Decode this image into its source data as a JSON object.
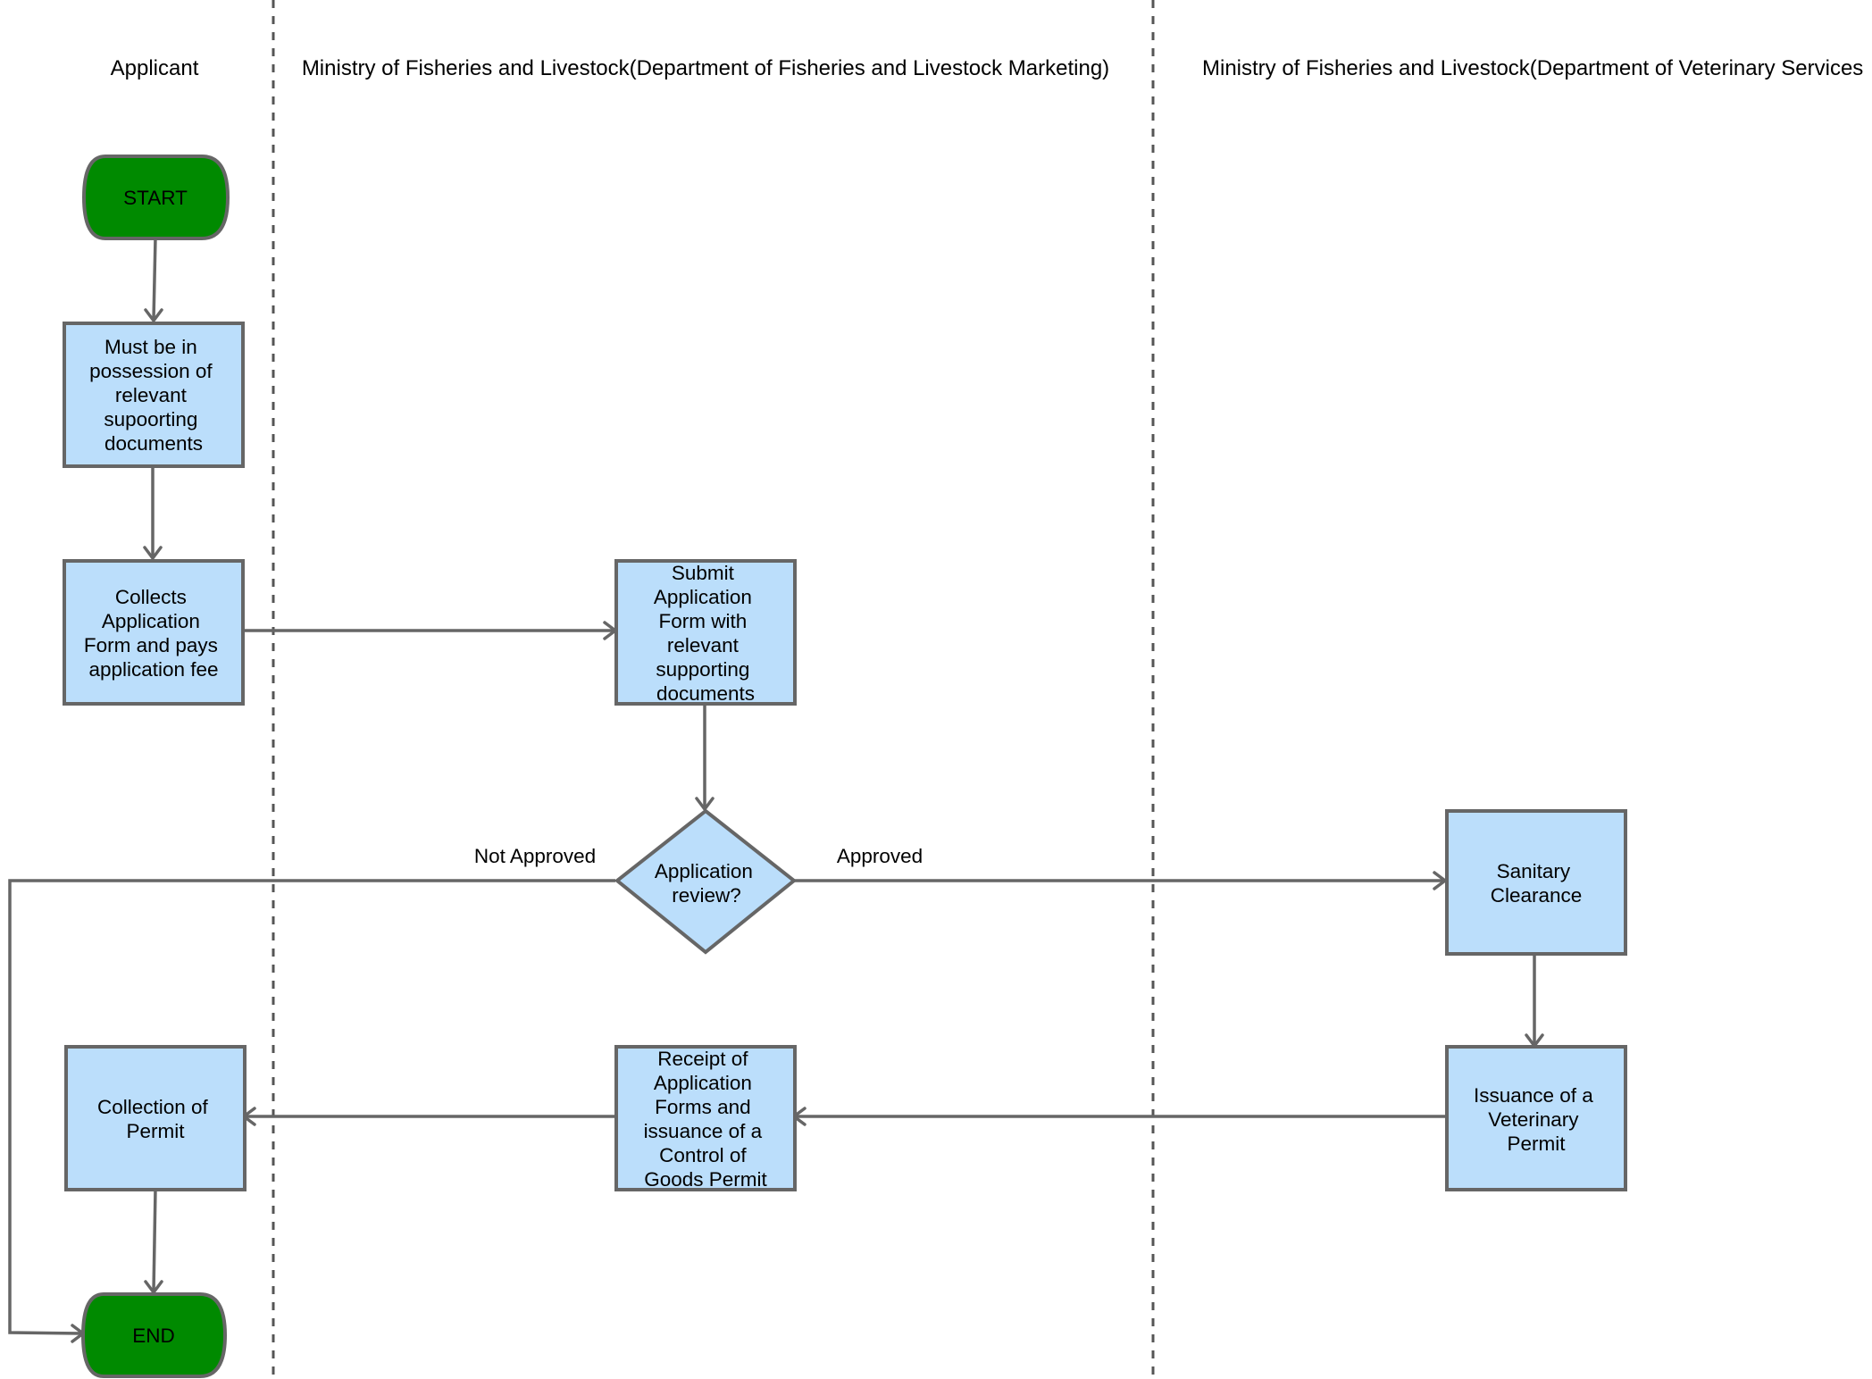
{
  "lanes": [
    {
      "id": "applicant",
      "title": "Applicant"
    },
    {
      "id": "marketing",
      "title": "Ministry of Fisheries and Livestock(Department of Fisheries and Livestock Marketing)"
    },
    {
      "id": "veterinary",
      "title": "Ministry of Fisheries and Livestock(Department of Veterinary Services"
    }
  ],
  "nodes": {
    "start": {
      "lines": [
        "START"
      ]
    },
    "documents": {
      "lines": [
        "Must be in",
        "possession of",
        "relevant",
        "supoorting",
        "documents"
      ]
    },
    "collect_form": {
      "lines": [
        "Collects",
        "Application",
        "Form and pays",
        "application fee"
      ]
    },
    "submit_form": {
      "lines": [
        "Submit",
        "Application",
        "Form  with",
        "relevant",
        "supporting",
        "documents"
      ]
    },
    "review": {
      "lines": [
        "Application",
        "review?"
      ]
    },
    "sanitary": {
      "lines": [
        "Sanitary",
        "Clearance"
      ]
    },
    "vet_permit": {
      "lines": [
        "Issuance of a",
        "Veterinary",
        "Permit"
      ]
    },
    "receipt": {
      "lines": [
        "Receipt of",
        "Application",
        "Forms and",
        "issuance of a",
        "Control of",
        "Goods Permit"
      ]
    },
    "collection": {
      "lines": [
        "Collection of",
        "Permit"
      ]
    },
    "end": {
      "lines": [
        "END"
      ]
    }
  },
  "edge_labels": {
    "not_approved": "Not Approved",
    "approved": "Approved"
  },
  "colors": {
    "process_fill": "#bbdefb",
    "terminal_fill": "#008a00",
    "stroke": "#666666"
  }
}
